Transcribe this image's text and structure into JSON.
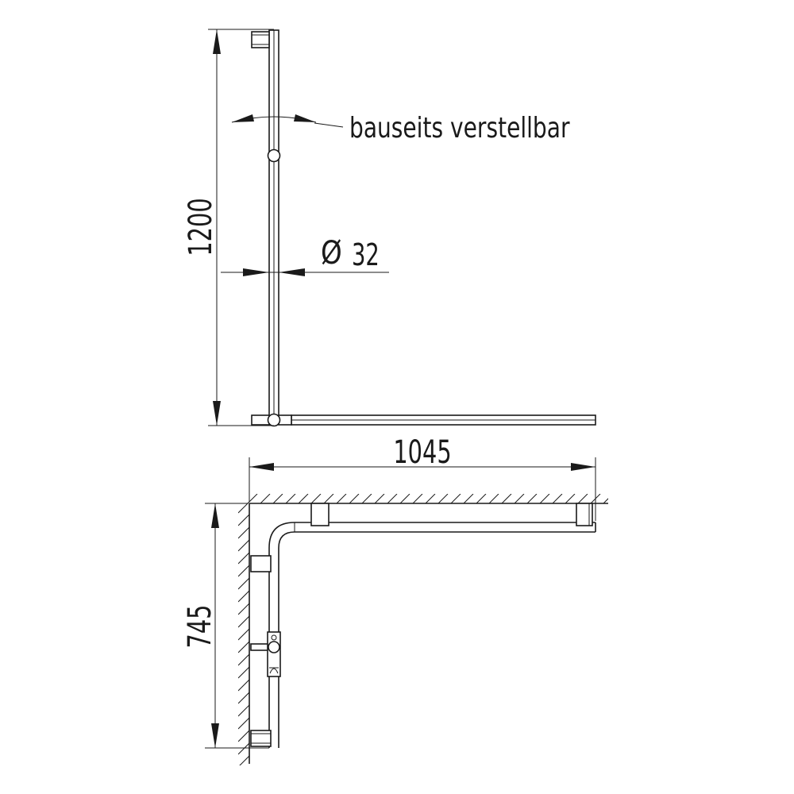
{
  "dimensions": {
    "height": "1200",
    "width": "1045",
    "depth": "745",
    "diameter_symbol": "Ø",
    "diameter_value": "32"
  },
  "annotations": {
    "adjustable_note": "bauseits verstellbar"
  }
}
